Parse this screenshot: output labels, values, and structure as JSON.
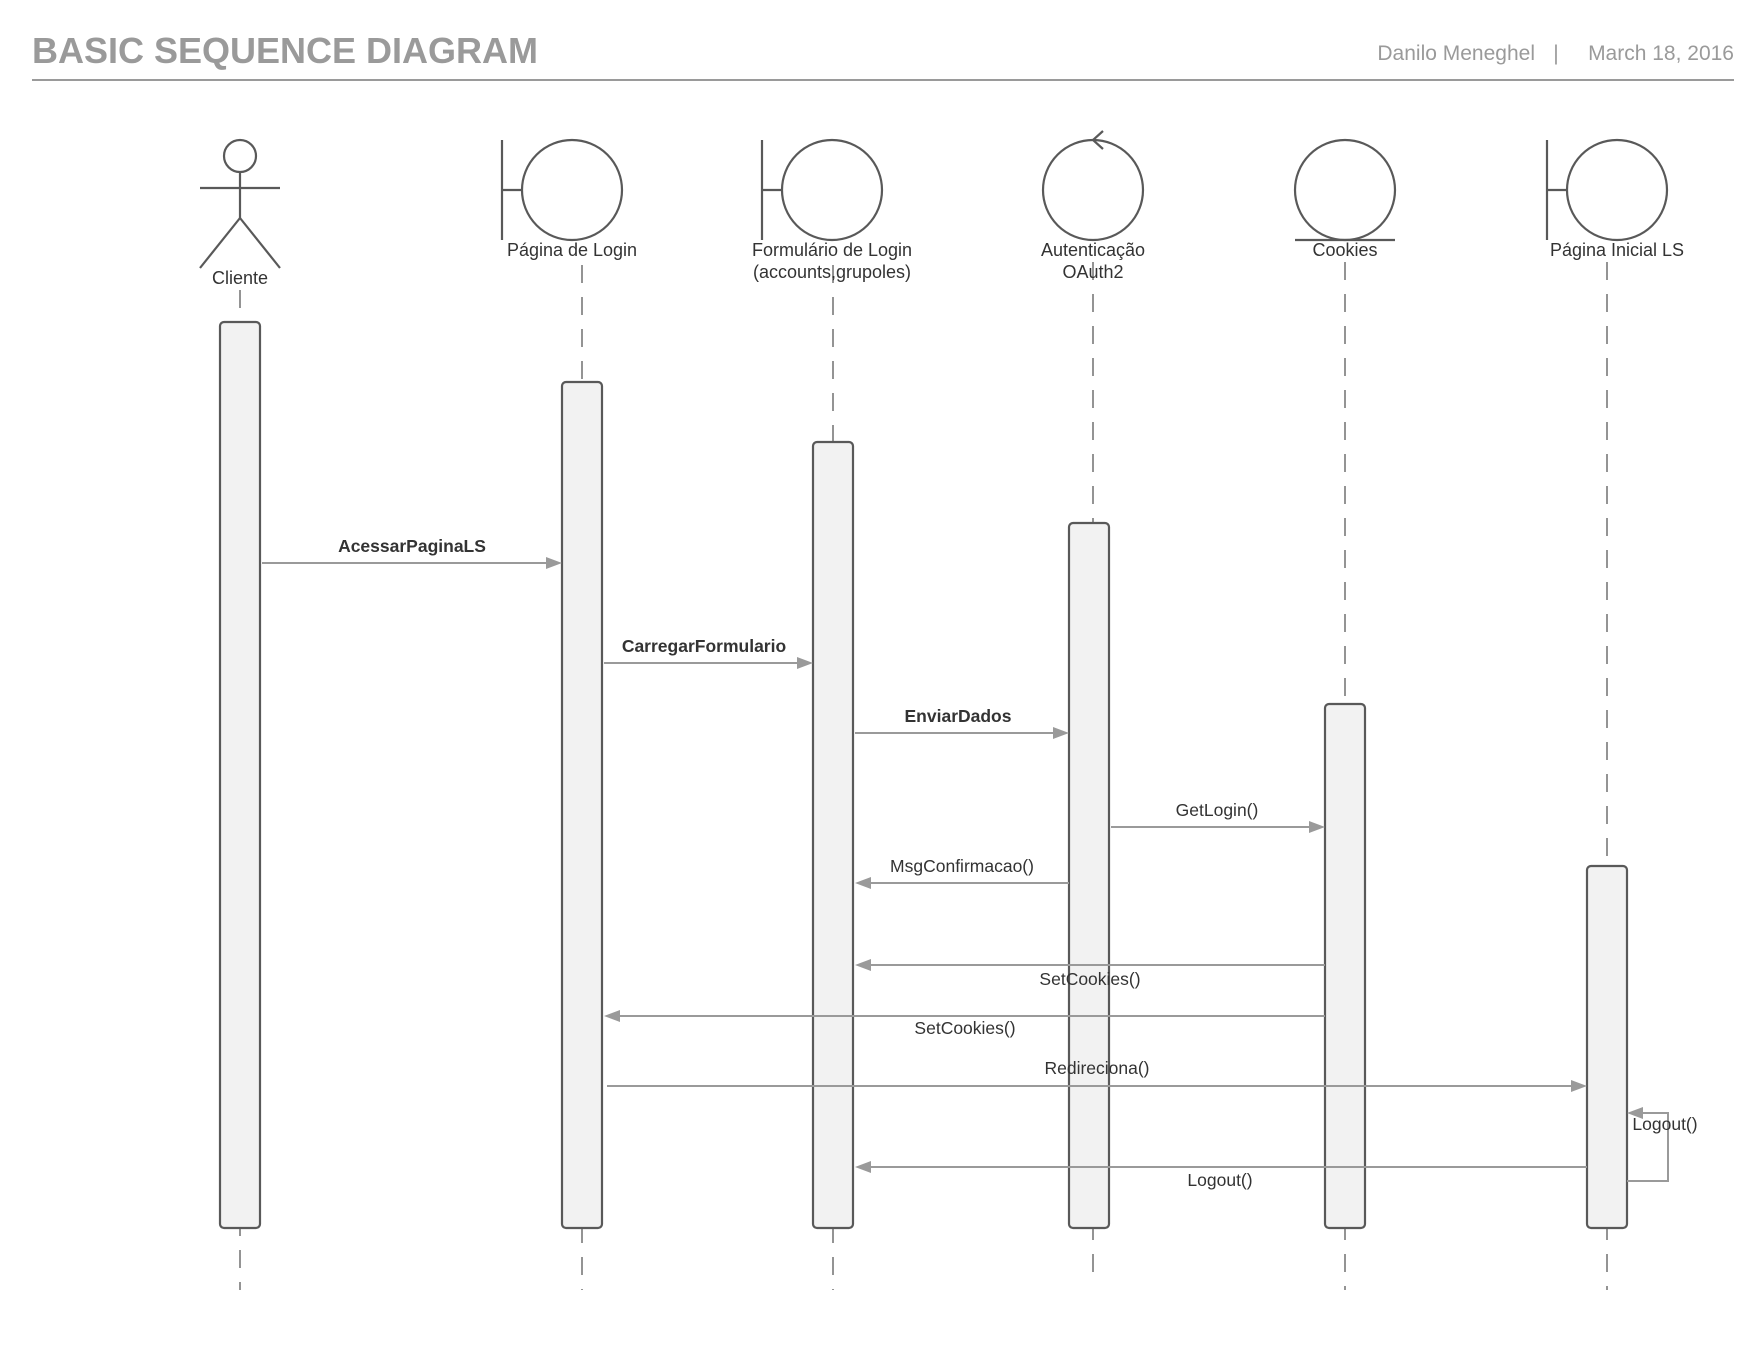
{
  "header": {
    "title": "BASIC SEQUENCE DIAGRAM",
    "author": "Danilo Meneghel",
    "separator": "|",
    "date": "March 18, 2016"
  },
  "participants": [
    {
      "id": "cliente",
      "type": "actor",
      "label_lines": [
        "Cliente"
      ]
    },
    {
      "id": "pagina-login",
      "type": "boundary",
      "label_lines": [
        "Página de Login"
      ]
    },
    {
      "id": "formulario-login",
      "type": "boundary",
      "label_lines": [
        "Formulário de Login",
        "(accounts,grupoles)"
      ]
    },
    {
      "id": "autenticacao",
      "type": "control",
      "label_lines": [
        "Autenticação",
        "OAuth2"
      ]
    },
    {
      "id": "cookies",
      "type": "entity",
      "label_lines": [
        "Cookies"
      ]
    },
    {
      "id": "pagina-inicial",
      "type": "boundary",
      "label_lines": [
        "Página Inicial LS"
      ]
    }
  ],
  "messages": [
    {
      "from": "cliente",
      "to": "pagina-login",
      "label": "AcessarPaginaLS",
      "bold": true
    },
    {
      "from": "pagina-login",
      "to": "formulario-login",
      "label": "CarregarFormulario",
      "bold": true
    },
    {
      "from": "formulario-login",
      "to": "autenticacao",
      "label": "EnviarDados",
      "bold": true
    },
    {
      "from": "autenticacao",
      "to": "cookies",
      "label": "GetLogin()",
      "bold": false
    },
    {
      "from": "autenticacao",
      "to": "formulario-login",
      "label": "MsgConfirmacao()",
      "bold": false
    },
    {
      "from": "cookies",
      "to": "formulario-login",
      "label": "SetCookies()",
      "bold": false
    },
    {
      "from": "cookies",
      "to": "pagina-login",
      "label": "SetCookies()",
      "bold": false
    },
    {
      "from": "pagina-login",
      "to": "pagina-inicial",
      "label": "Redireciona()",
      "bold": false
    },
    {
      "from": "pagina-inicial",
      "to": "pagina-inicial",
      "label": "Logout()",
      "bold": false
    },
    {
      "from": "pagina-inicial",
      "to": "formulario-login",
      "label": "Logout()",
      "bold": false
    }
  ]
}
